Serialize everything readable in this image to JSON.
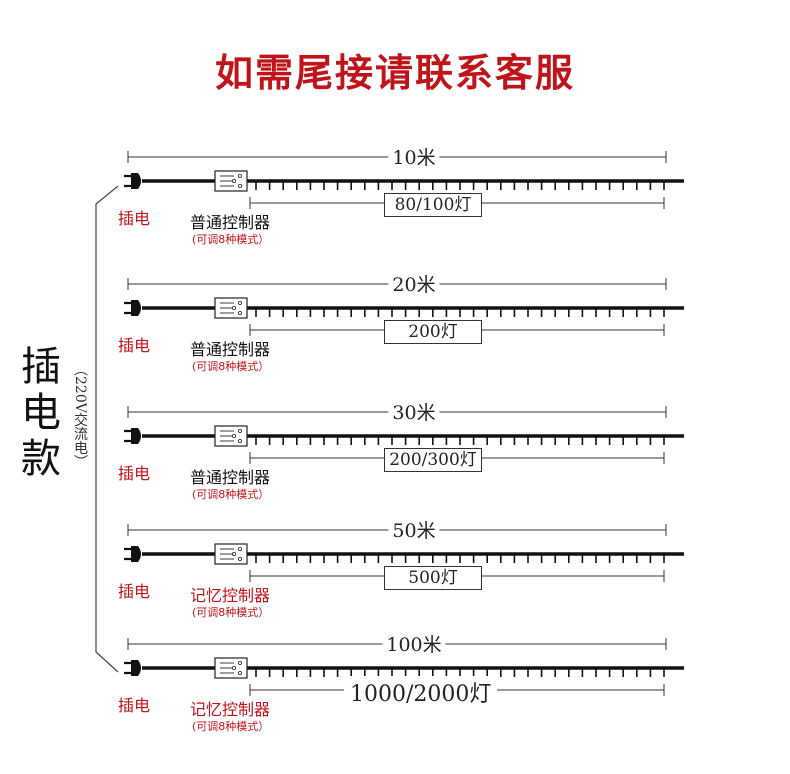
{
  "title": "如需尾接请联系客服",
  "side": {
    "title": "插电款",
    "note": "（220V交流电）"
  },
  "colors": {
    "accent": "#c0141b",
    "ink": "#111111"
  },
  "rows": [
    {
      "length": "10米",
      "count": "80/100灯",
      "count_style": "box",
      "plug": "插电",
      "controller": "普通控制器",
      "controller_red": false,
      "controller_note": "(可调8种模式）",
      "ticks": 30
    },
    {
      "length": "20米",
      "count": "200灯",
      "count_style": "box",
      "plug": "插电",
      "controller": "普通控制器",
      "controller_red": false,
      "controller_note": "(可调8种模式）",
      "ticks": 30
    },
    {
      "length": "30米",
      "count": "200/300灯",
      "count_style": "box",
      "plug": "插电",
      "controller": "普通控制器",
      "controller_red": false,
      "controller_note": "(可调8种模式）",
      "ticks": 30
    },
    {
      "length": "50米",
      "count": "500灯",
      "count_style": "box",
      "plug": "插电",
      "controller": "记忆控制器",
      "controller_red": true,
      "controller_note": "(可调8种模式）",
      "ticks": 30
    },
    {
      "length": "100米",
      "count": "1000/2000灯",
      "count_style": "plain",
      "plug": "插电",
      "controller": "记忆控制器",
      "controller_red": true,
      "controller_note": "(可调8种模式）",
      "ticks": 30
    }
  ]
}
